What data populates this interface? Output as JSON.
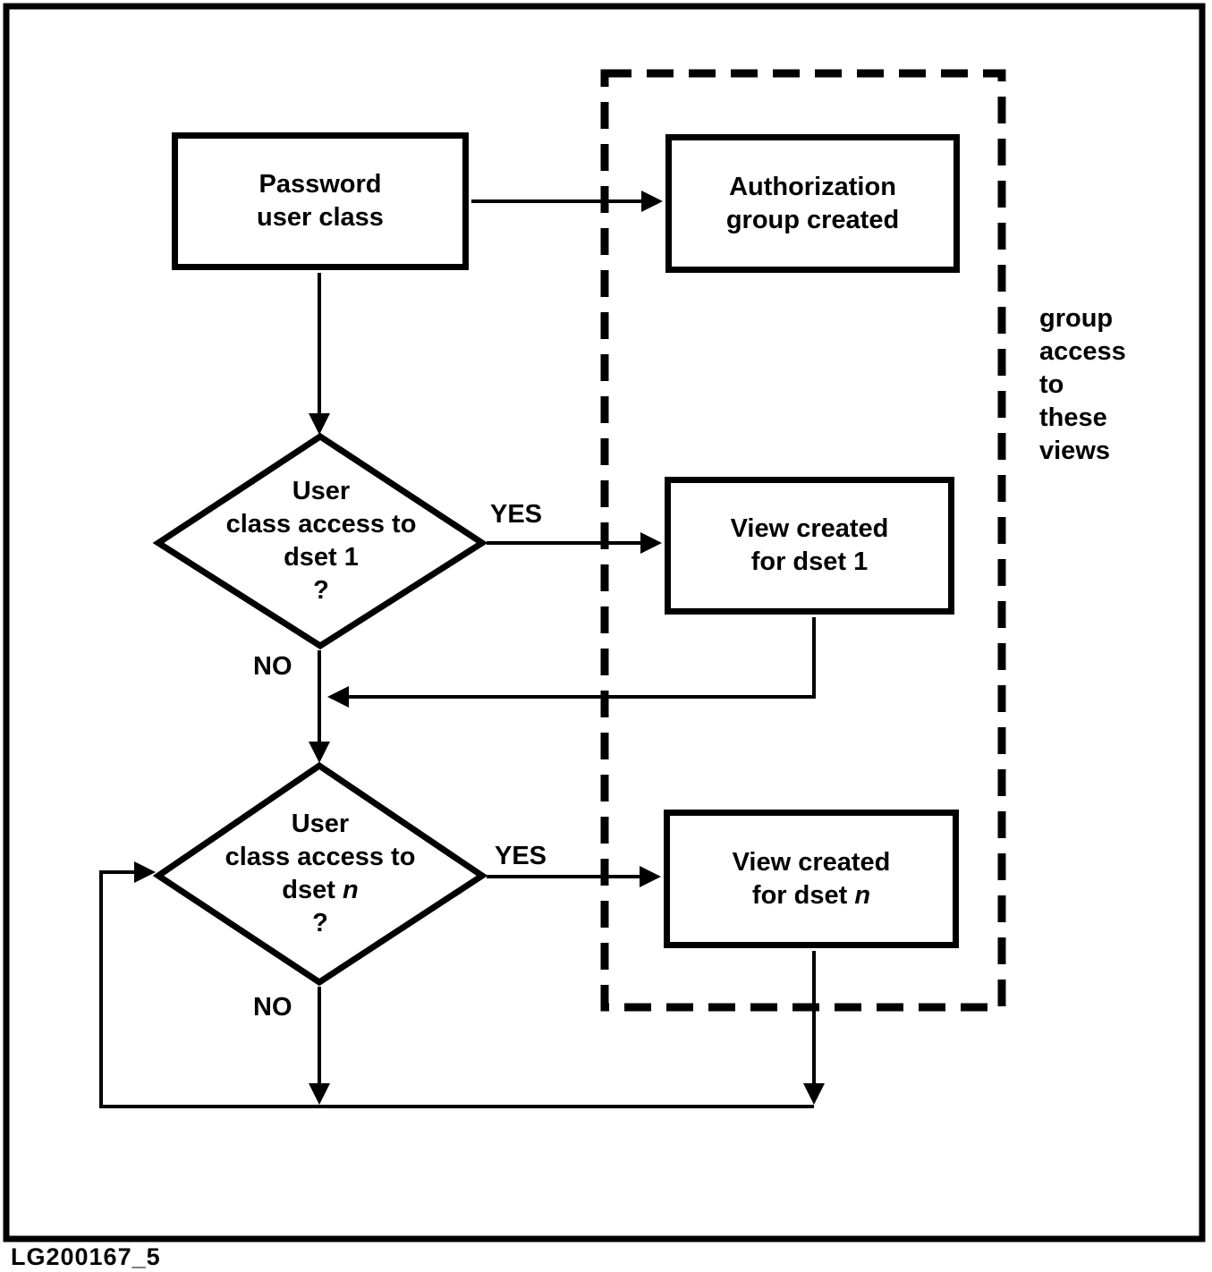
{
  "figure": {
    "caption": "LG200167_5",
    "side_note": "group\naccess\nto\nthese\nviews",
    "line_color": "#000000",
    "background_color": "#ffffff"
  },
  "nodes": {
    "password_user_class": {
      "label": "Password\nuser class"
    },
    "authorization_group_created": {
      "label": "Authorization\ngroup created"
    },
    "decision_dset_1": {
      "label": "User\nclass access to\ndset 1\n?"
    },
    "view_created_dset_1": {
      "label": "View created\nfor dset 1"
    },
    "decision_dset_n": {
      "label_prefix": "User\nclass access to\ndset ",
      "label_var": "n",
      "label_suffix": "\n?"
    },
    "view_created_dset_n": {
      "label_prefix": "View created\nfor dset ",
      "label_var": "n"
    }
  },
  "edge_labels": {
    "decision1_yes": "YES",
    "decision1_no": "NO",
    "decision2_yes": "YES",
    "decision2_no": "NO"
  }
}
